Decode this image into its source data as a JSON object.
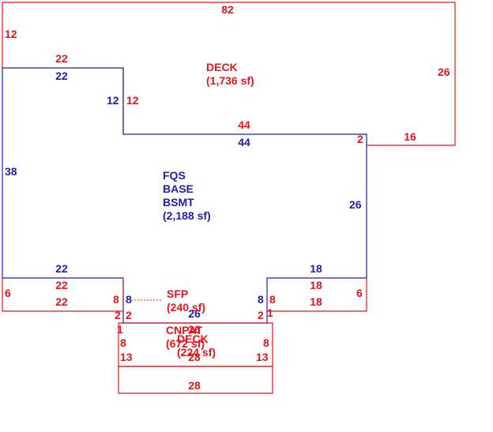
{
  "colors": {
    "red": "#e8141b",
    "blue": "#1e1eb4",
    "background": "#ffffff"
  },
  "areas": {
    "deck_upper": {
      "name": "DECK",
      "area": "(1,736 sf)",
      "color": "red",
      "dims": {
        "top": "82",
        "left": "12",
        "step_top": "22",
        "step_down": "12",
        "step_mid": "44",
        "step_right": "2",
        "bottom_right": "16",
        "right": "26"
      }
    },
    "main": {
      "line1": "FQS",
      "line2": "BASE",
      "line3": "BSMT",
      "area": "(2,188 sf)",
      "color": "blue",
      "dims": {
        "top_left": "22",
        "step_down": "12",
        "top_mid": "44",
        "left": "38",
        "right": "26",
        "bottom_left": "22",
        "bottom_right": "18",
        "notch_left": "8",
        "notch_right": "8",
        "bottom_center": "26"
      }
    },
    "sfp": {
      "name": "SFP",
      "area": "(240 sf)",
      "color": "red",
      "dims": {
        "left_upper": "22",
        "left_lower": "22",
        "left_side": "6",
        "left_inner": "8",
        "left_step": "2",
        "right_upper": "18",
        "right_lower": "18",
        "right_side": "6",
        "right_inner": "8",
        "right_step": "2"
      }
    },
    "cnpat": {
      "name": "CNPAT",
      "area": "(672 sf)",
      "color": "red",
      "dims": {
        "top": "26",
        "left_small": "1",
        "right_small": "1",
        "left": "8",
        "right": "8",
        "bottom": "28"
      }
    },
    "deck_lower": {
      "name": "DECK",
      "area": "(224 sf)",
      "color": "red",
      "dims": {
        "left": "13",
        "right": "13",
        "top": "28",
        "bottom": "28"
      }
    }
  }
}
